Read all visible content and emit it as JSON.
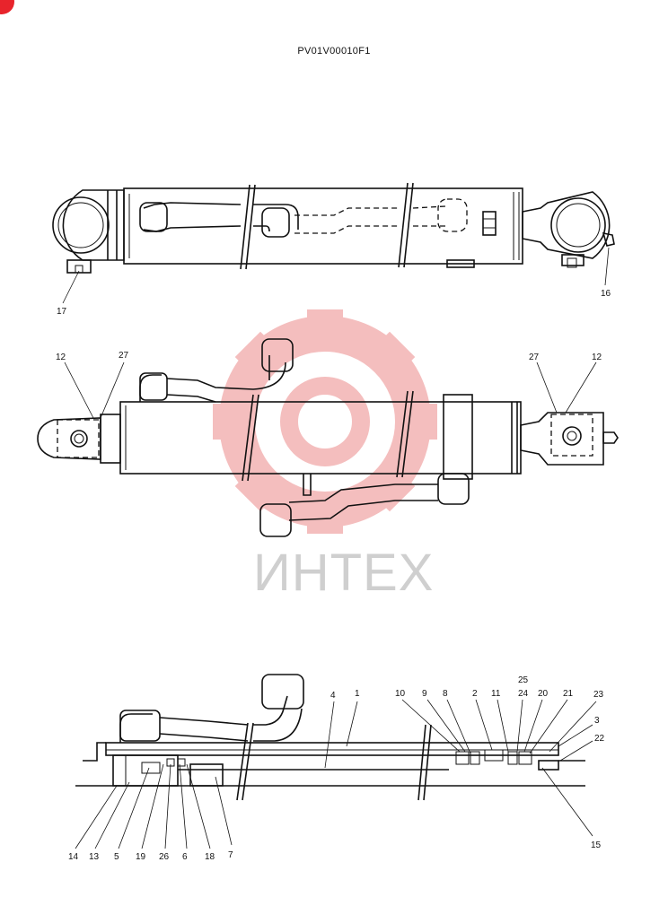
{
  "document": {
    "code": "PV01V00010F1"
  },
  "watermark": {
    "text": "ИНТЕХ",
    "gear_color": "#f3b3b3",
    "text_color": "#cfcfcf"
  },
  "callouts": {
    "top": [
      "17",
      "16"
    ],
    "middle": [
      "12",
      "27",
      "27",
      "12"
    ],
    "section": [
      "10",
      "9",
      "8",
      "2",
      "11",
      "25",
      "24",
      "20",
      "21",
      "23",
      "4",
      "1",
      "3",
      "22",
      "15",
      "14",
      "13",
      "5",
      "19",
      "26",
      "6",
      "18",
      "7"
    ]
  },
  "colors": {
    "line": "#111111",
    "accent": "#e8242c"
  }
}
